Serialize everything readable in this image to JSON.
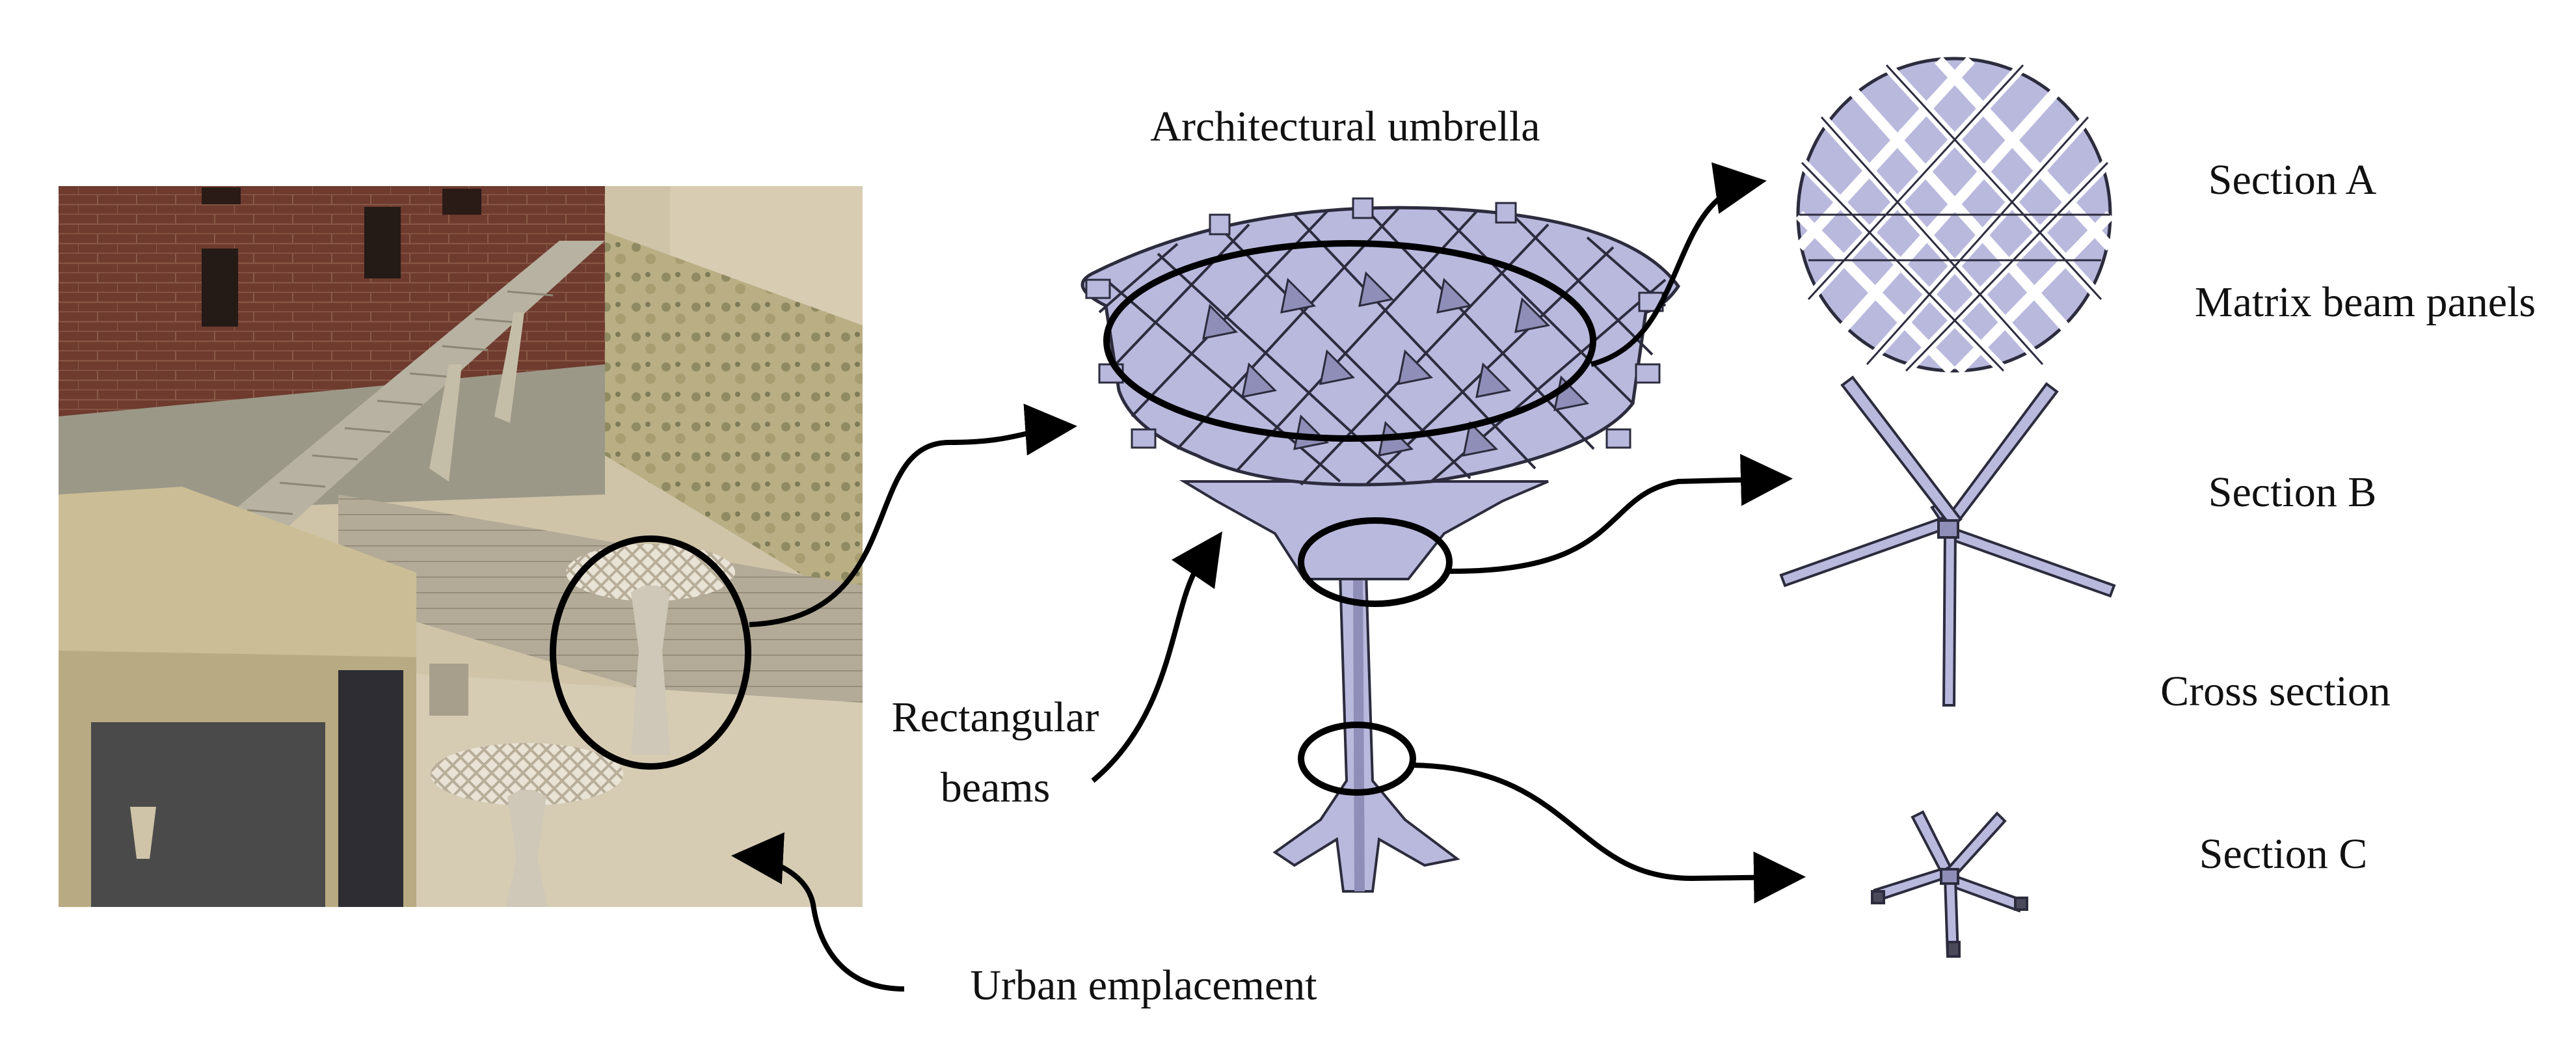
{
  "labels": {
    "architectural_umbrella": "Architectural umbrella",
    "rectangular_beams_line1": "Rectangular",
    "rectangular_beams_line2": "beams",
    "urban_emplacement": "Urban emplacement",
    "section_a": "Section A",
    "matrix_beam_panels": "Matrix beam panels",
    "section_b": "Section B",
    "cross_section": "Cross section",
    "section_c": "Section C"
  },
  "colors": {
    "model_fill": "#b9b9de",
    "model_shade": "#8e8eb8",
    "model_edge": "#2c2c3e",
    "brick": "#6e3b2e",
    "floor": "#cfc4a8",
    "wall_beige": "#c6b890",
    "callout": "#000000"
  }
}
